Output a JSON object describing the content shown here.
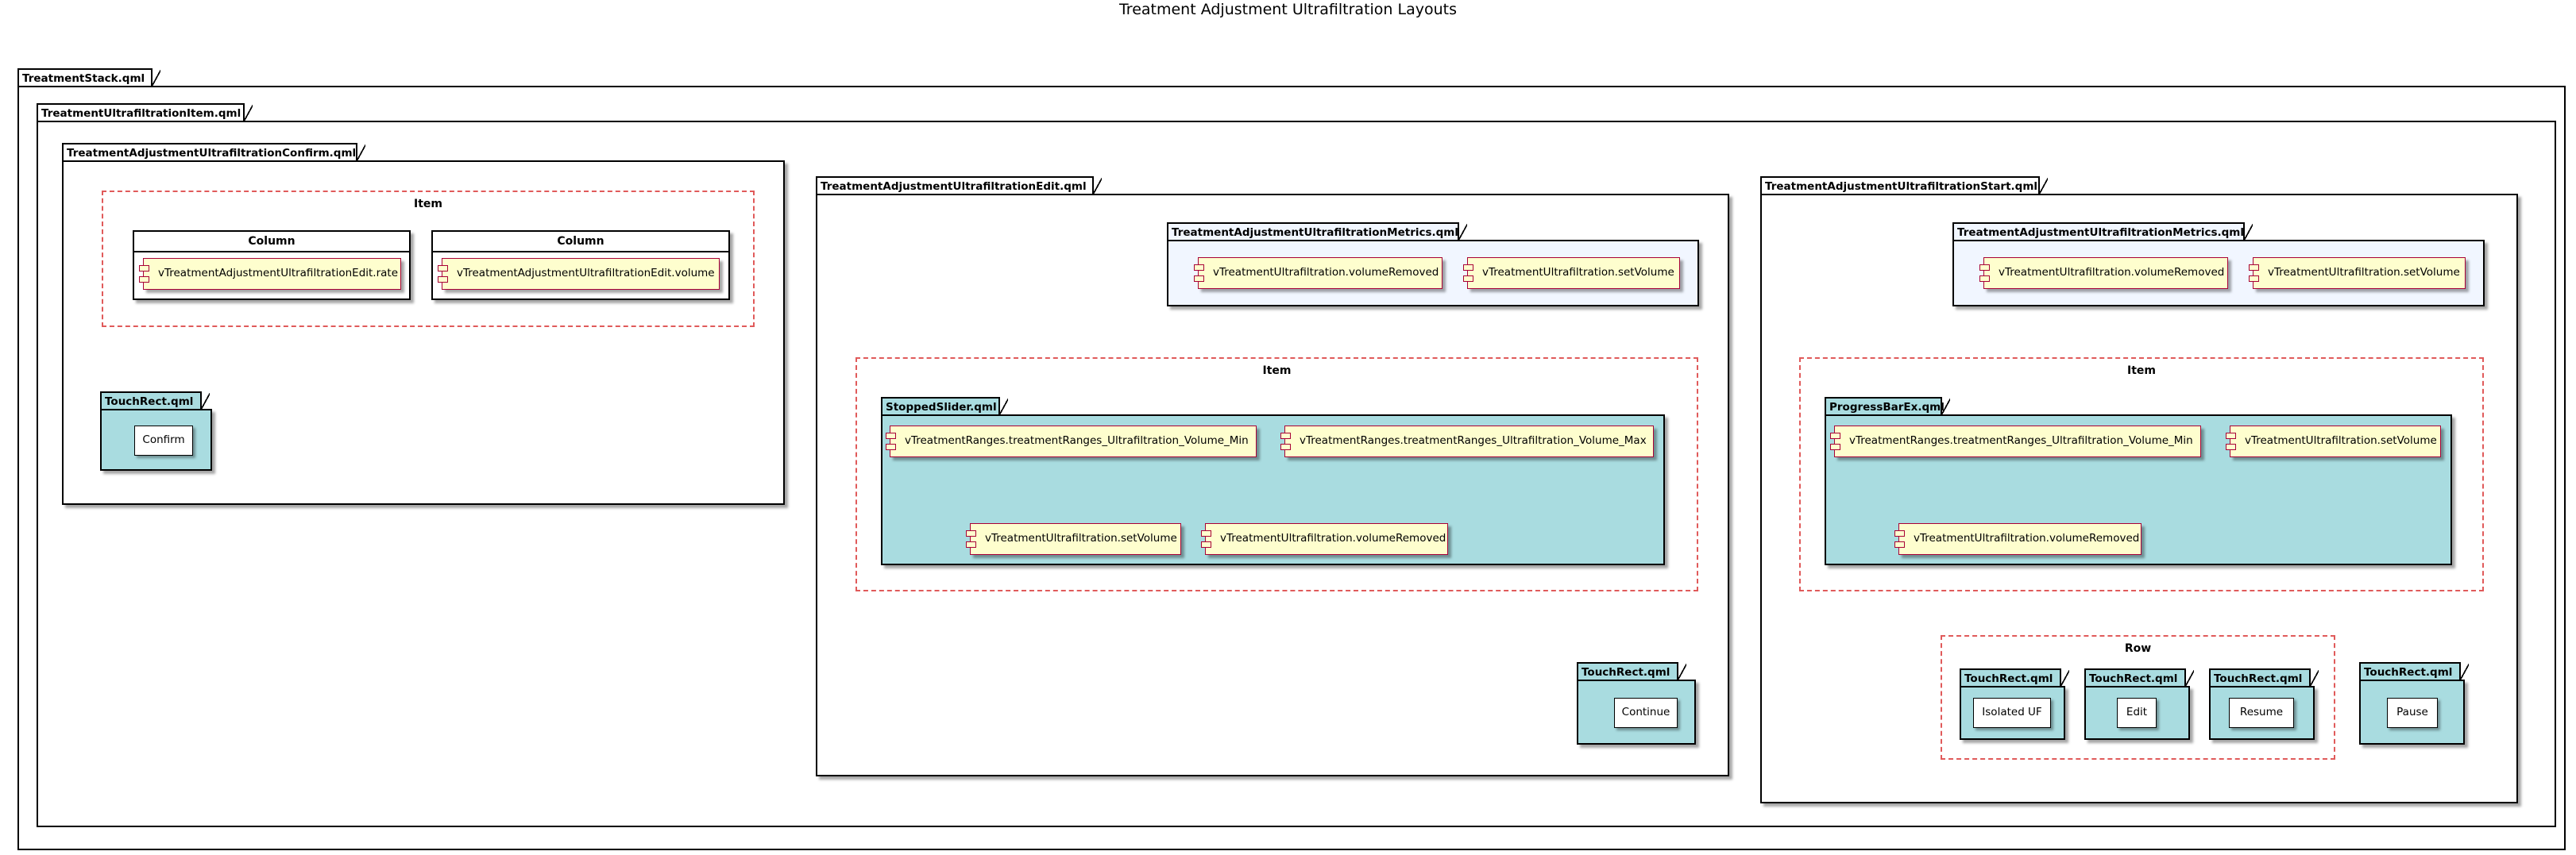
{
  "title": "Treatment Adjustment Ultrafiltration Layouts",
  "packages": {
    "stack": "TreatmentStack.qml",
    "item": "TreatmentUltrafiltrationItem.qml",
    "confirm": "TreatmentAdjustmentUltrafiltrationConfirm.qml",
    "edit": "TreatmentAdjustmentUltrafiltrationEdit.qml",
    "start": "TreatmentAdjustmentUltrafiltrationStart.qml",
    "edit_metrics": "TreatmentAdjustmentUltrafiltrationMetrics.qml",
    "start_metrics": "TreatmentAdjustmentUltrafiltrationMetrics.qml",
    "stopped_slider": "StoppedSlider.qml",
    "progress_bar": "ProgressBarEx.qml",
    "touch_rect": "TouchRect.qml"
  },
  "confirm": {
    "item_label": "Item",
    "column_1": {
      "title": "Column",
      "component": "vTreatmentAdjustmentUltrafiltrationEdit.rate"
    },
    "column_2": {
      "title": "Column",
      "component": "vTreatmentAdjustmentUltrafiltrationEdit.volume"
    },
    "confirm_button": "Confirm"
  },
  "edit": {
    "metrics": {
      "volume_removed": "vTreatmentUltrafiltration.volumeRemoved",
      "set_volume": "vTreatmentUltrafiltration.setVolume"
    },
    "item_label": "Item",
    "slider": {
      "min": "vTreatmentRanges.treatmentRanges_Ultrafiltration_Volume_Min",
      "max": "vTreatmentRanges.treatmentRanges_Ultrafiltration_Volume_Max",
      "set_volume": "vTreatmentUltrafiltration.setVolume",
      "volume_removed": "vTreatmentUltrafiltration.volumeRemoved"
    },
    "continue_button": "Continue"
  },
  "start": {
    "metrics": {
      "volume_removed": "vTreatmentUltrafiltration.volumeRemoved",
      "set_volume": "vTreatmentUltrafiltration.setVolume"
    },
    "item_label": "Item",
    "progress": {
      "min": "vTreatmentRanges.treatmentRanges_Ultrafiltration_Volume_Min",
      "set_volume": "vTreatmentUltrafiltration.setVolume",
      "volume_removed": "vTreatmentUltrafiltration.volumeRemoved"
    },
    "row_label": "Row",
    "isolated_uf_button": "Isolated UF",
    "edit_button": "Edit",
    "resume_button": "Resume",
    "pause_button": "Pause"
  },
  "colors": {
    "package_white": "#ffffff",
    "package_blue": "#f1f6ff",
    "package_teal": "#a9dce0",
    "component_fill": "#fefece",
    "component_border": "#a80036",
    "frame_dash": "#e05a5a"
  }
}
